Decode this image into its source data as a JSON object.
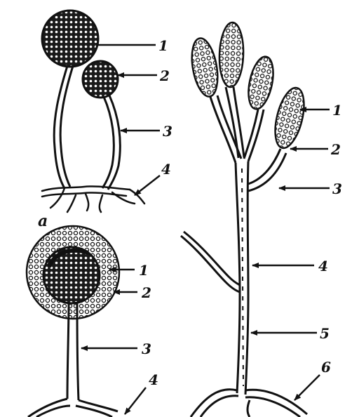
{
  "figure": {
    "panel_a": {
      "tag": "а",
      "labels": [
        "1",
        "2",
        "3",
        "4"
      ]
    },
    "panel_b": {
      "labels": [
        "1",
        "2",
        "3",
        "4",
        "5",
        "6"
      ]
    },
    "panel_c": {
      "labels": [
        "1",
        "2",
        "3",
        "4"
      ]
    }
  }
}
